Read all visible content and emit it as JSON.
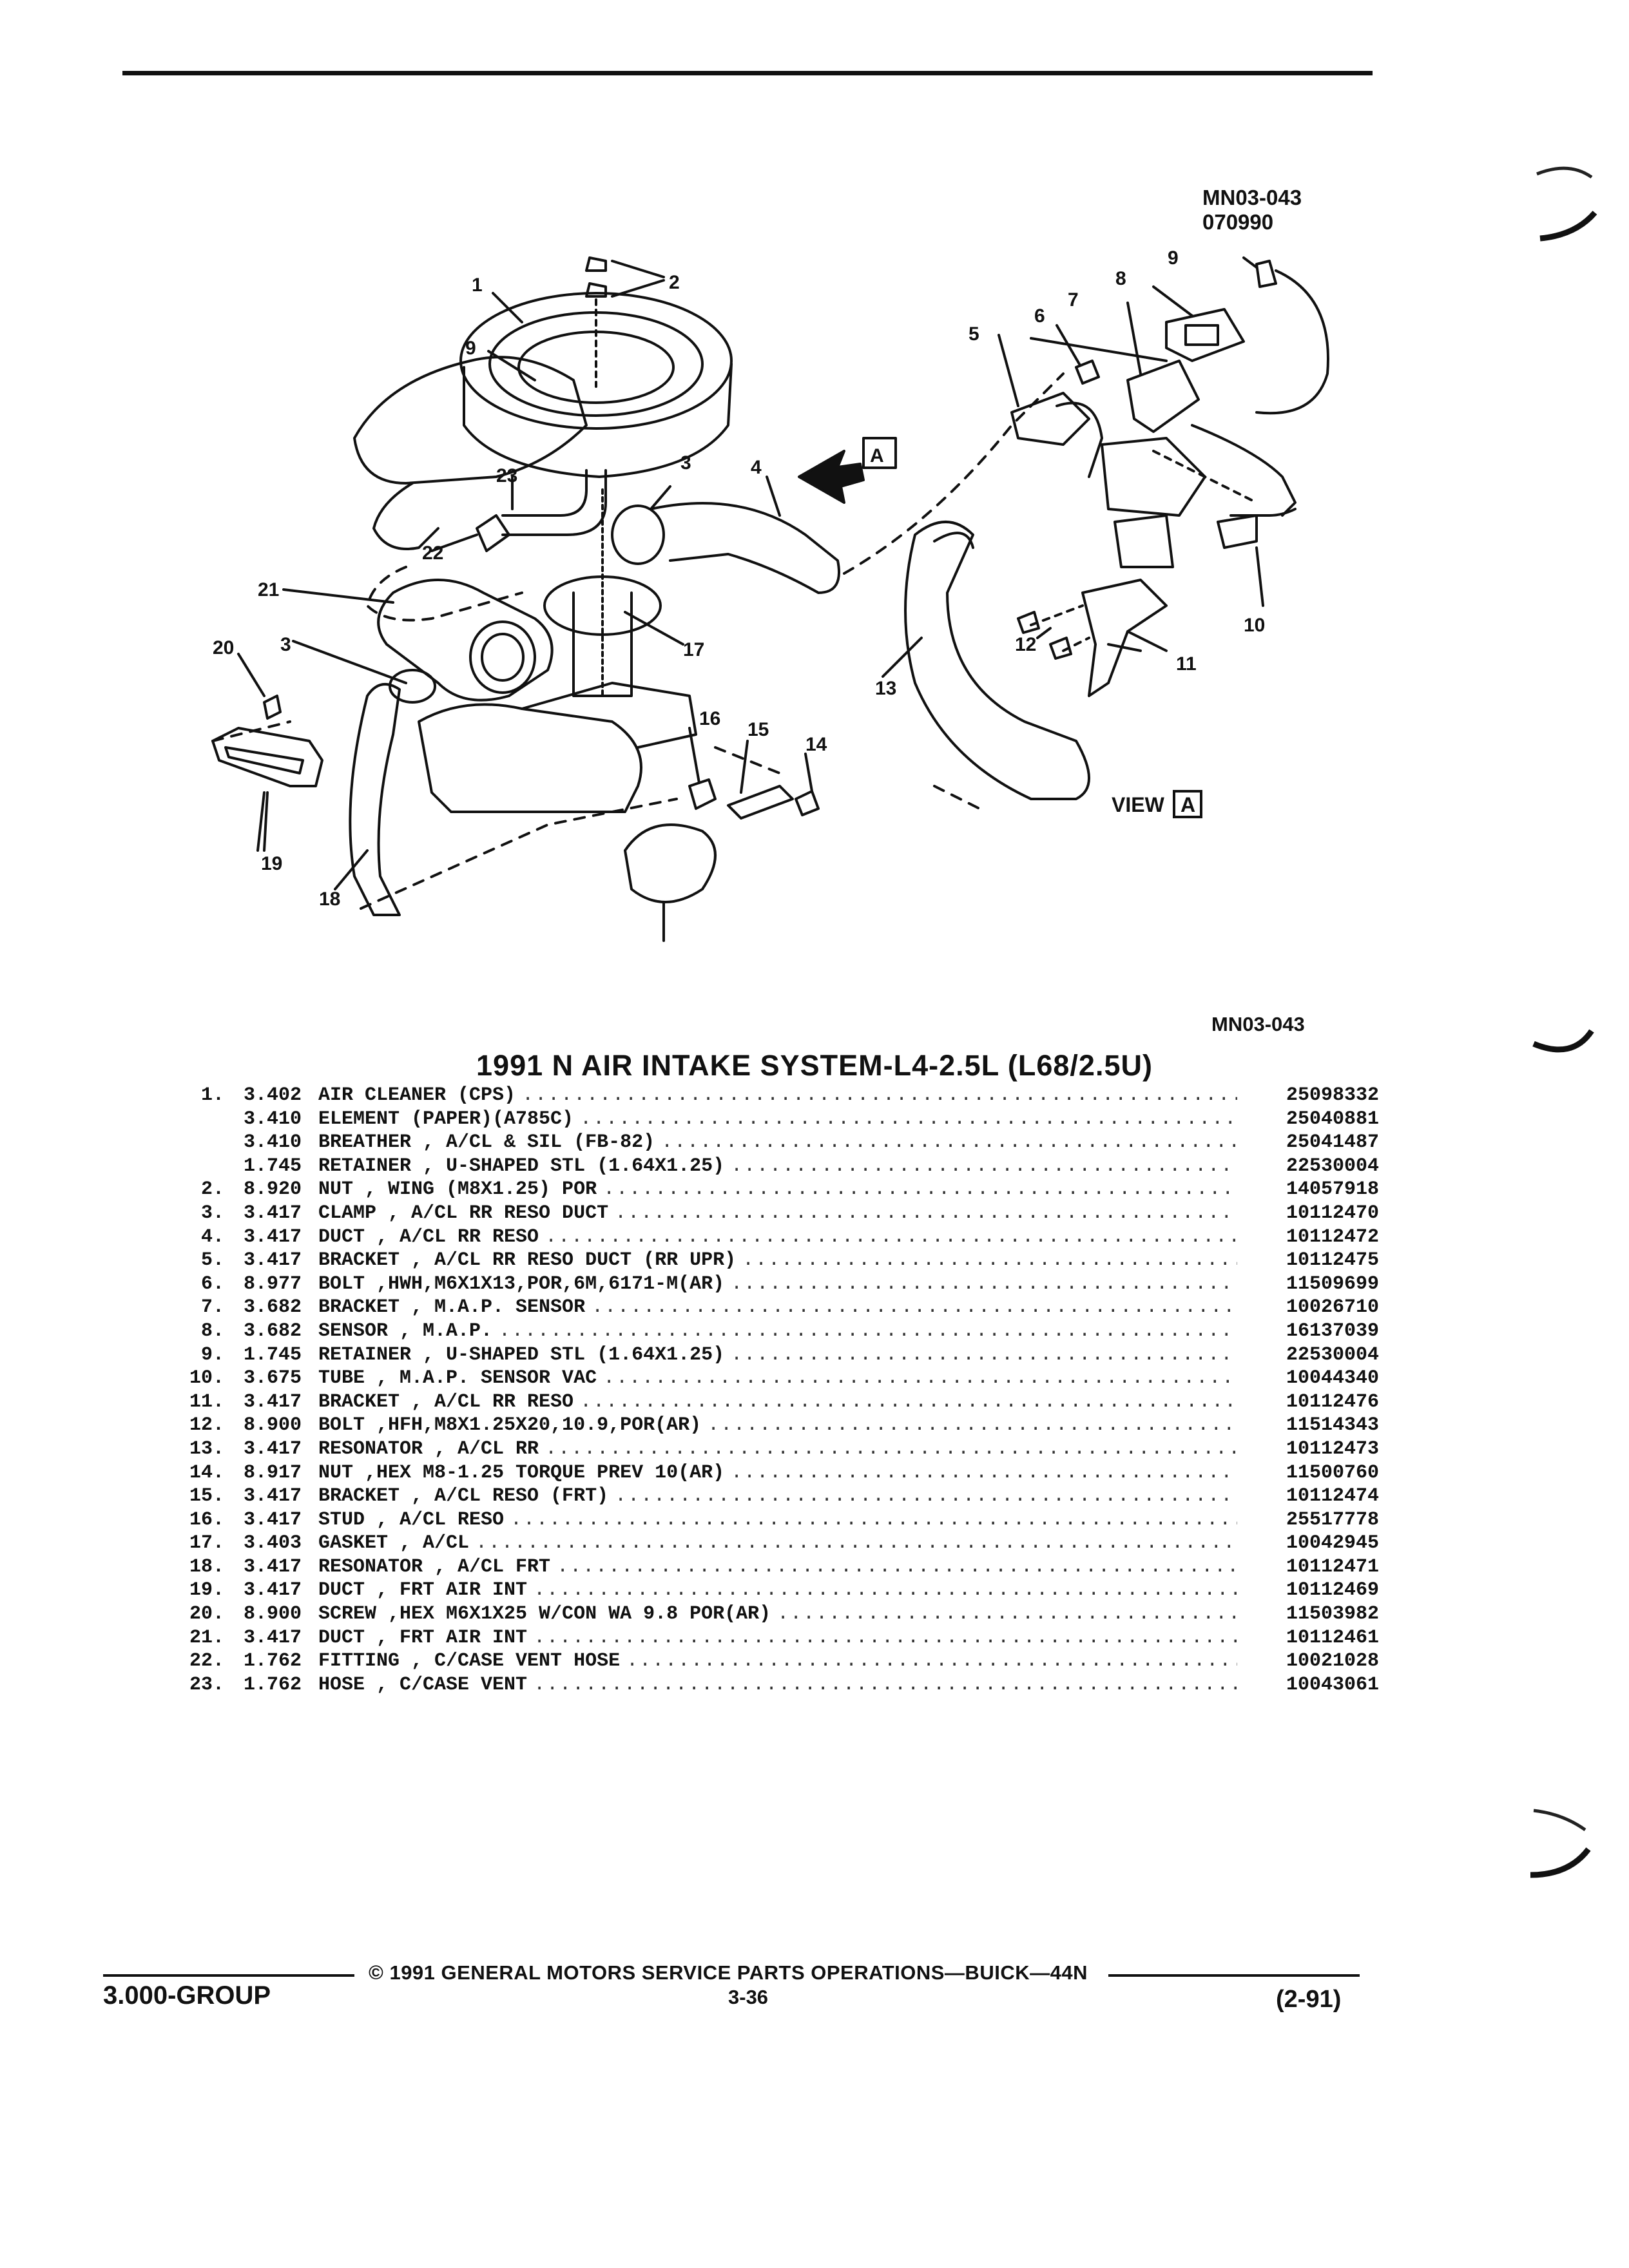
{
  "header": {
    "code": "MN03-043",
    "date_code": "070990"
  },
  "diagram": {
    "callouts": [
      "1",
      "2",
      "3",
      "3",
      "4",
      "5",
      "6",
      "7",
      "8",
      "9",
      "9",
      "10",
      "11",
      "12",
      "13",
      "14",
      "15",
      "16",
      "17",
      "18",
      "19",
      "20",
      "21",
      "22",
      "23"
    ],
    "view_label": "VIEW",
    "view_letter": "A"
  },
  "caption_code": "MN03-043",
  "title": "1991 N AIR INTAKE SYSTEM-L4-2.5L (L68/2.5U)",
  "parts": [
    {
      "num": "1.",
      "group": "3.402",
      "desc": "AIR CLEANER (CPS)",
      "part": "25098332"
    },
    {
      "num": "",
      "group": "3.410",
      "desc": "ELEMENT (PAPER)(A785C)",
      "part": "25040881"
    },
    {
      "num": "",
      "group": "3.410",
      "desc": "BREATHER , A/CL & SIL (FB-82)",
      "part": "25041487"
    },
    {
      "num": "",
      "group": "1.745",
      "desc": "RETAINER , U-SHAPED STL (1.64X1.25)",
      "part": "22530004"
    },
    {
      "num": "2.",
      "group": "8.920",
      "desc": "NUT , WING (M8X1.25) POR",
      "part": "14057918"
    },
    {
      "num": "3.",
      "group": "3.417",
      "desc": "CLAMP , A/CL RR RESO DUCT",
      "part": "10112470"
    },
    {
      "num": "4.",
      "group": "3.417",
      "desc": "DUCT , A/CL RR RESO",
      "part": "10112472"
    },
    {
      "num": "5.",
      "group": "3.417",
      "desc": "BRACKET , A/CL RR RESO DUCT (RR UPR)",
      "part": "10112475"
    },
    {
      "num": "6.",
      "group": "8.977",
      "desc": "BOLT ,HWH,M6X1X13,POR,6M,6171-M(AR)",
      "part": "11509699"
    },
    {
      "num": "7.",
      "group": "3.682",
      "desc": "BRACKET , M.A.P. SENSOR",
      "part": "10026710"
    },
    {
      "num": "8.",
      "group": "3.682",
      "desc": "SENSOR , M.A.P.",
      "part": "16137039"
    },
    {
      "num": "9.",
      "group": "1.745",
      "desc": "RETAINER , U-SHAPED STL (1.64X1.25)",
      "part": "22530004"
    },
    {
      "num": "10.",
      "group": "3.675",
      "desc": "TUBE , M.A.P. SENSOR VAC",
      "part": "10044340"
    },
    {
      "num": "11.",
      "group": "3.417",
      "desc": "BRACKET , A/CL RR RESO",
      "part": "10112476"
    },
    {
      "num": "12.",
      "group": "8.900",
      "desc": "BOLT ,HFH,M8X1.25X20,10.9,POR(AR)",
      "part": "11514343"
    },
    {
      "num": "13.",
      "group": "3.417",
      "desc": "RESONATOR , A/CL RR",
      "part": "10112473"
    },
    {
      "num": "14.",
      "group": "8.917",
      "desc": "NUT ,HEX M8-1.25 TORQUE PREV 10(AR)",
      "part": "11500760"
    },
    {
      "num": "15.",
      "group": "3.417",
      "desc": "BRACKET , A/CL RESO (FRT)",
      "part": "10112474"
    },
    {
      "num": "16.",
      "group": "3.417",
      "desc": "STUD , A/CL RESO",
      "part": "25517778"
    },
    {
      "num": "17.",
      "group": "3.403",
      "desc": "GASKET , A/CL",
      "part": "10042945"
    },
    {
      "num": "18.",
      "group": "3.417",
      "desc": "RESONATOR , A/CL FRT",
      "part": "10112471"
    },
    {
      "num": "19.",
      "group": "3.417",
      "desc": "DUCT , FRT AIR INT",
      "part": "10112469"
    },
    {
      "num": "20.",
      "group": "8.900",
      "desc": "SCREW ,HEX M6X1X25 W/CON WA 9.8 POR(AR)",
      "part": "11503982"
    },
    {
      "num": "21.",
      "group": "3.417",
      "desc": "DUCT , FRT AIR INT",
      "part": "10112461"
    },
    {
      "num": "22.",
      "group": "1.762",
      "desc": "FITTING , C/CASE VENT HOSE",
      "part": "10021028"
    },
    {
      "num": "23.",
      "group": "1.762",
      "desc": "HOSE , C/CASE VENT",
      "part": "10043061"
    }
  ],
  "footer": {
    "group": "3.000-GROUP",
    "copyright": "© 1991 GENERAL MOTORS SERVICE PARTS OPERATIONS—BUICK—44N",
    "page": "3-36",
    "date": "(2-91)"
  }
}
